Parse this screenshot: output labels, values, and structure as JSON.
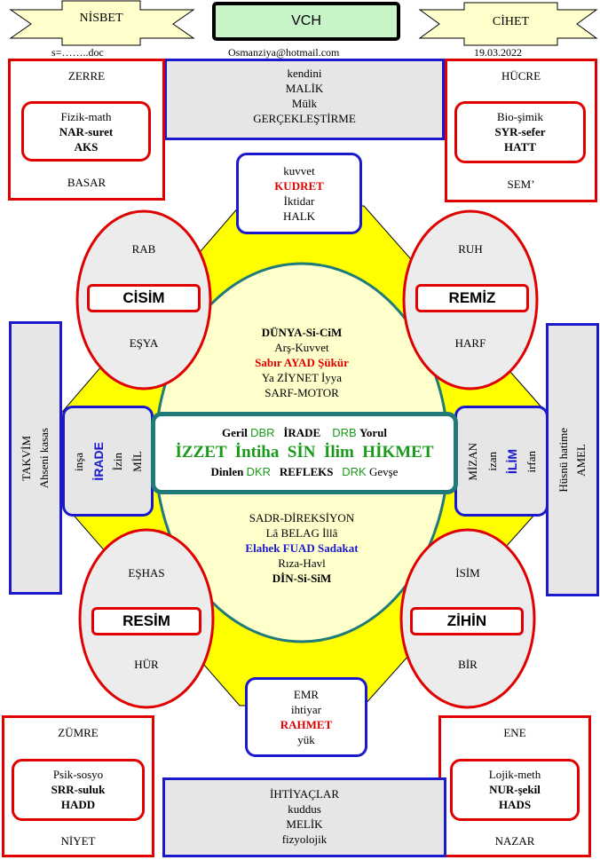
{
  "header": {
    "nisbet": "NİSBET",
    "vch": "VCH",
    "cihet": "CİHET",
    "file": "s=……..doc",
    "email": "Osmanziya@hotmail.com",
    "date": "19.03.2022"
  },
  "top_center": [
    "kendini",
    "MALİK",
    "Mülk",
    "GERÇEKLEŞTİRME"
  ],
  "zerre": {
    "top": "ZERRE",
    "line1": "Fizik-math",
    "line2": "NAR-suret",
    "line3": "AKS",
    "bottom": "BASAR"
  },
  "hucre": {
    "top": "HÜCRE",
    "line1": "Bio-şimik",
    "line2": "SYR-sefer",
    "line3": "HATT",
    "bottom": "SEM’"
  },
  "zumre": {
    "top": "ZÜMRE",
    "line1": "Psik-sosyo",
    "line2": "SRR-suluk",
    "line3": "HADD",
    "bottom": "NİYET"
  },
  "ene": {
    "top": "ENE",
    "line1": "Lojik-meth",
    "line2": "NUR-şekil",
    "line3": "HADS",
    "bottom": "NAZAR"
  },
  "kudret": {
    "l1": "kuvvet",
    "l2": "KUDRET",
    "l3": "İktidar",
    "l4": "HALK"
  },
  "rahmet": {
    "l1": "EMR",
    "l2": "ihtiyar",
    "l3": "RAHMET",
    "l4": "yük"
  },
  "cisim": {
    "top": "RAB",
    "label": "CİSİM",
    "bottom": "EŞYA"
  },
  "remiz": {
    "top": "RUH",
    "label": "REMİZ",
    "bottom": "HARF"
  },
  "resim": {
    "top": "EŞHAS",
    "label": "RESİM",
    "bottom": "HÜR"
  },
  "zihin": {
    "top": "İSİM",
    "label": "ZİHİN",
    "bottom": "BİR"
  },
  "oval_top": {
    "l1": "DÜNYA-Si-CiM",
    "l2": "Arş-Kuvvet",
    "l3": "Sabır  AYAD Şükür",
    "l4": "Ya  ZİYNET İyya",
    "l5": "SARF-MOTOR"
  },
  "oval_bottom": {
    "l1": "SADR-DİREKSİYON",
    "l2": "Lâ BELAG İllâ",
    "l3": "Elahek FUAD Sadakat",
    "l4": "Rıza-Havl",
    "l5": "DİN-Si-SiM"
  },
  "center_box": {
    "r1a": "Geril",
    "r1b": "DBR",
    "r1c": "İRADE",
    "r1d": "DRB",
    "r1e": "Yorul",
    "r2": "İZZET  İntiha  SİN  İlim  HİKMET",
    "r3a": "Dinlen",
    "r3b": "DKR",
    "r3c": "REFLEKS",
    "r3d": "DRK",
    "r3e": "Gevşe"
  },
  "irade_box": {
    "c1": "inşa",
    "c2": "İRADE",
    "c3": "İzin",
    "c4": "MİL"
  },
  "ilim_box": {
    "c1": "MİZAN",
    "c2": "izan",
    "c3": "İLİM",
    "c4": "irfan"
  },
  "left_bar": {
    "c1": "TAKVİM",
    "c2": "Ahseni kasas"
  },
  "right_bar": {
    "c1": "Hüsnü hatime",
    "c2": "AMEL"
  },
  "bottom_center": [
    "İHTİYAÇLAR",
    "kuddus",
    "MELİK",
    "fizyolojik"
  ],
  "colors": {
    "red": "#e00000",
    "blue": "#1a1acc",
    "teal": "#1f7a78",
    "yellow": "#ffff00",
    "green": "#1a9a1a",
    "lightgreen": "#c8f5c8",
    "gray": "#e6e6e6"
  }
}
